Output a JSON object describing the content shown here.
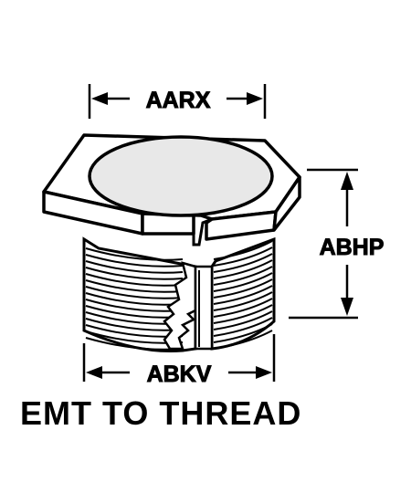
{
  "dimensions": {
    "top_width": "AARX",
    "right_height": "ABHP",
    "bottom_width": "ABKV"
  },
  "caption": "EMT TO THREAD",
  "colors": {
    "ink": "#000000",
    "paper": "#ffffff",
    "hole_fill": "#e8e8e8"
  }
}
